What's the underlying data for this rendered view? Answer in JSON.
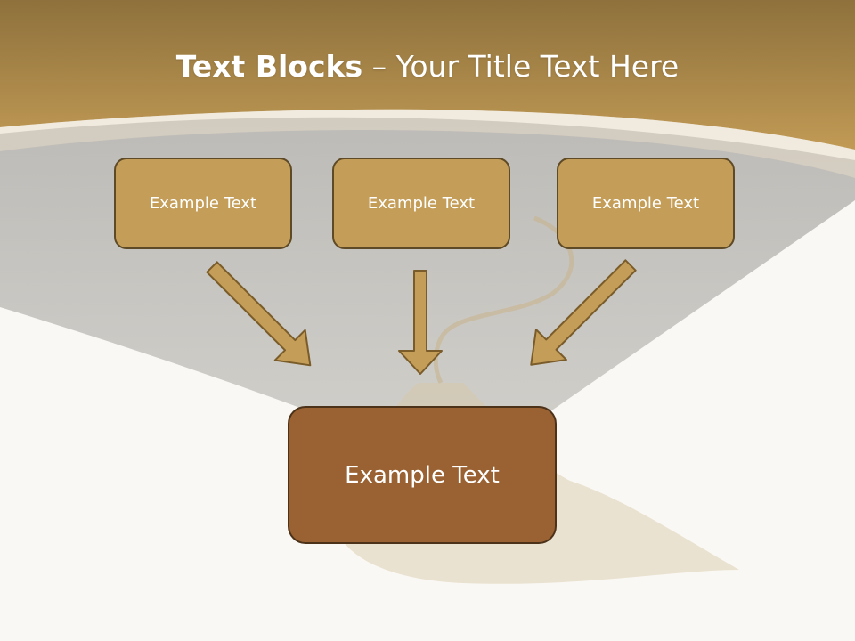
{
  "slide": {
    "title_bold": "Text Blocks",
    "title_rest": " – Your Title Text Here",
    "top_boxes": [
      {
        "label": "Example Text"
      },
      {
        "label": "Example Text"
      },
      {
        "label": "Example Text"
      }
    ],
    "bottom_box": {
      "label": "Example Text"
    }
  },
  "colors": {
    "header_gold": "#b8944e",
    "box_gold": "#c49e58",
    "box_brown": "#9a6232",
    "arrow_fill": "#c49e58",
    "arrow_stroke": "#7a5c2a",
    "cap_gray": "#c7c5c0",
    "background": "#faf8f4"
  },
  "icons": {
    "arrow_left": "arrow-down-right-icon",
    "arrow_center": "arrow-down-icon",
    "arrow_right": "arrow-down-left-icon"
  }
}
